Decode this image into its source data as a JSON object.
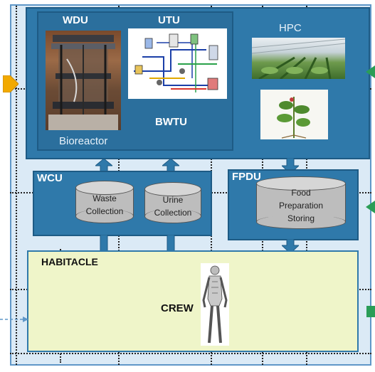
{
  "units": {
    "wdu": "WDU",
    "utu": "UTU",
    "hpc": "HPC",
    "bioreactor": "Bioreactor",
    "bwtu": "BWTU",
    "wcu": "WCU",
    "fpdu": "FPDU",
    "habitacle": "HABITACLE",
    "crew": "CREW"
  },
  "containers": {
    "waste": "Waste Collection",
    "urine": "Urine Collection",
    "food": "Food Preparation Storing"
  },
  "colors": {
    "box_fill": "#2f79aa",
    "box_border": "#1e5b85",
    "background": "#dbeaf6",
    "habitacle_fill": "#eff5c9",
    "port_orange": "#f2a900",
    "port_green": "#2a9d57"
  }
}
